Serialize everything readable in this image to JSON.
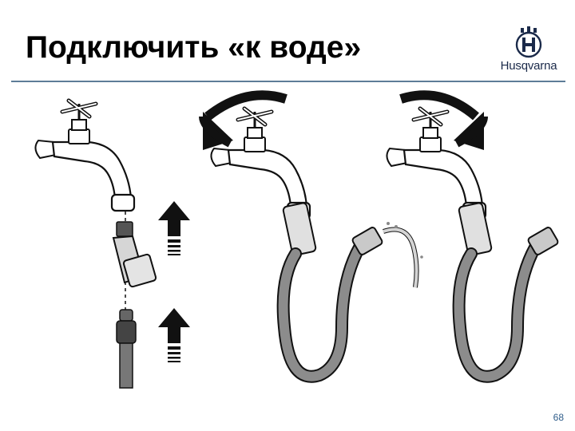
{
  "slide": {
    "title": "Подключить «к воде»",
    "logo_text": "Husqvarna",
    "page_number": "68"
  },
  "icons": [
    "husqvarna-crown-logo",
    "tap",
    "quick-coupling-adapter",
    "hose-connector",
    "up-arrow",
    "rotate-clockwise-arrow",
    "rotate-counterclockwise-arrow",
    "garden-hose",
    "water-spray"
  ],
  "colors": {
    "title_rule": "#5d7c98",
    "logo_blue": "#1b2a4a",
    "page_number": "#2f5d8a",
    "hose_gray": "#8c8c8c",
    "coupling_gray": "#c9c9c9"
  }
}
